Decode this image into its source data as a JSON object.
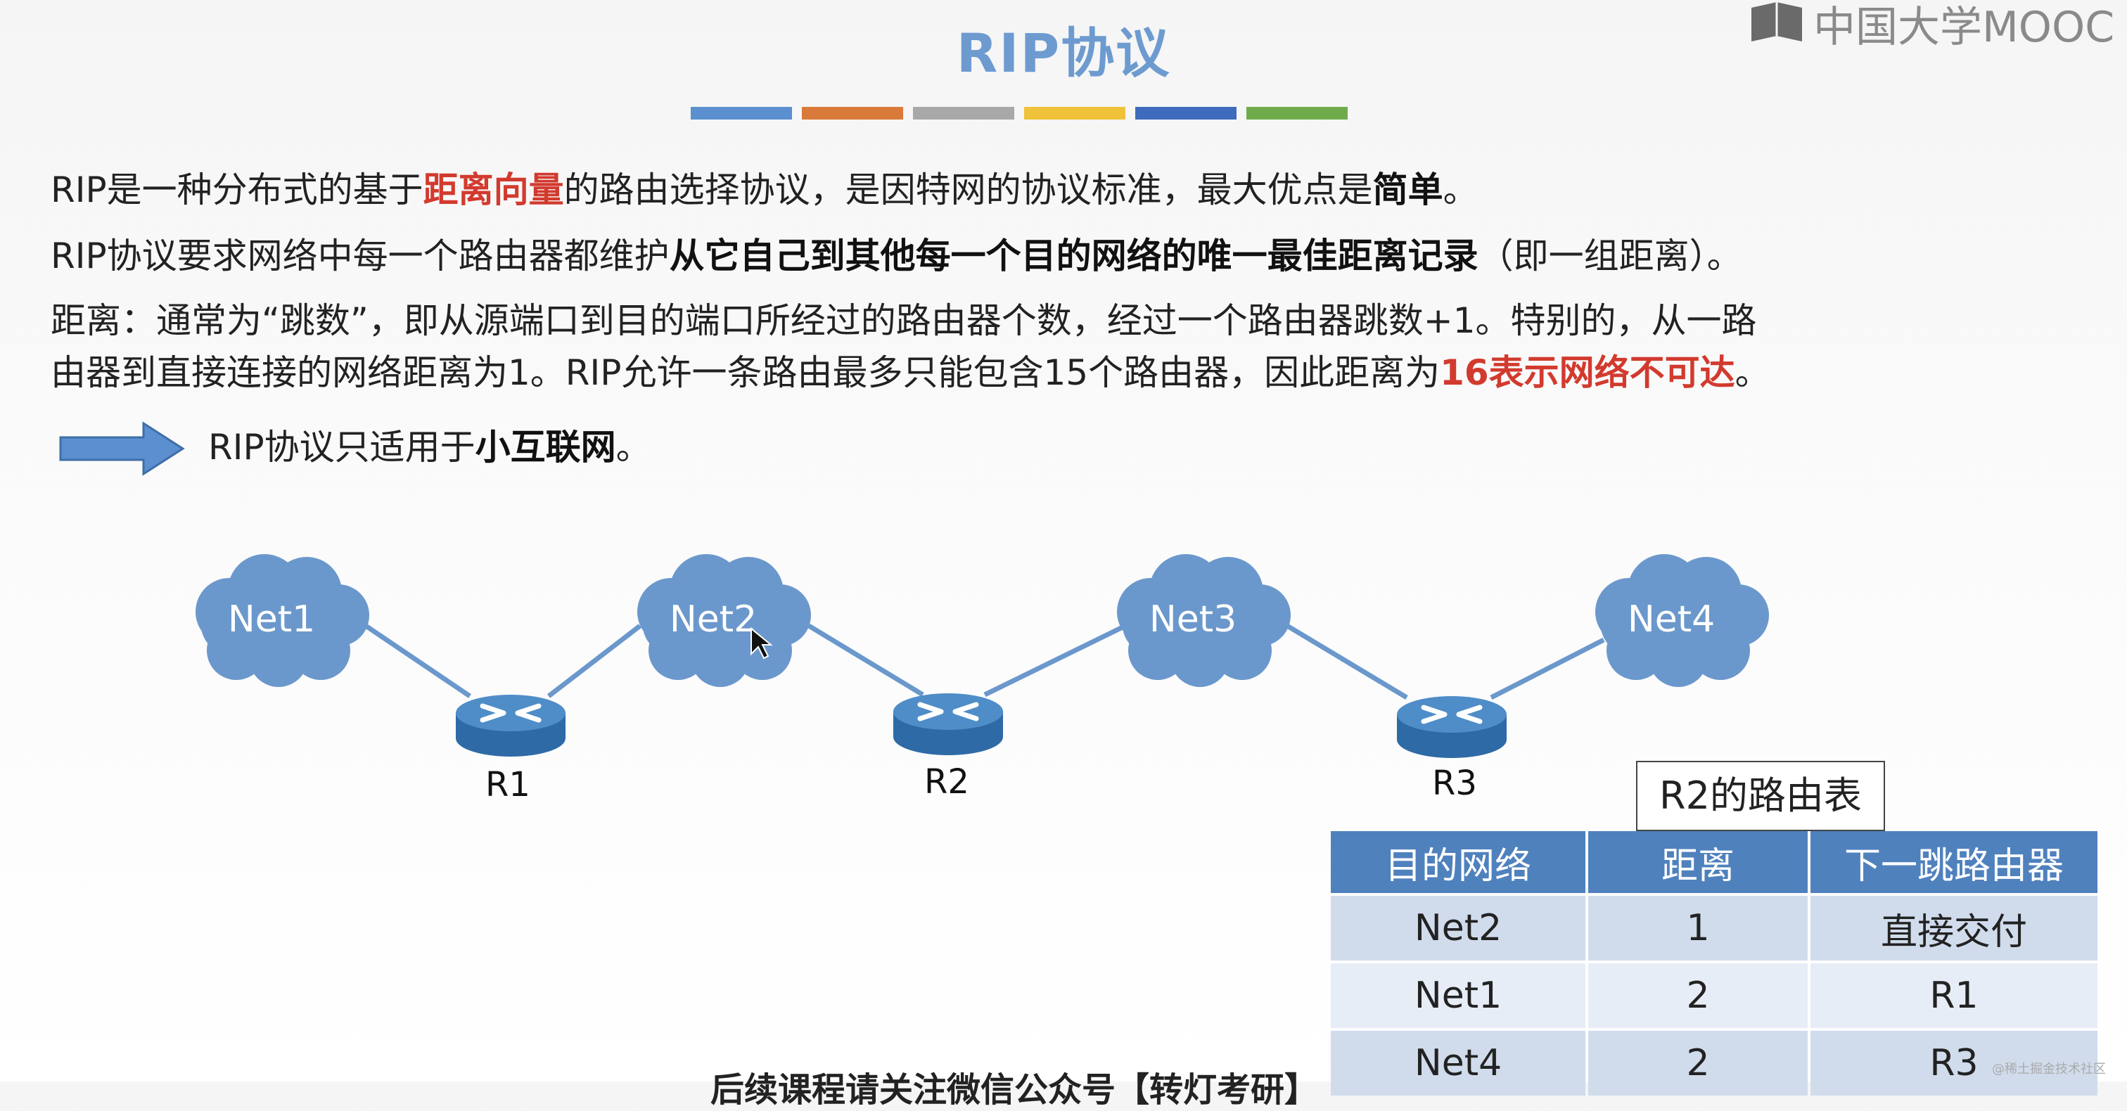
{
  "slide": {
    "title": "RIP协议",
    "color_bar": [
      "#5b8fd0",
      "#d97a3a",
      "#a8a8a8",
      "#f0c23a",
      "#3f6bbd",
      "#6fab4a"
    ],
    "logo": {
      "icon": "mooc-book-icon",
      "text": "中国大学MOOC"
    }
  },
  "paragraphs": {
    "p1": {
      "a": "RIP是一种分布式的基于",
      "b": "距离向量",
      "c": "的路由选择协议，是因特网的协议标准，最大优点是",
      "d": "简单",
      "e": "。"
    },
    "p2": {
      "a": "RIP协议要求网络中每一个路由器都维护",
      "b": "从它自己到其他每一个目的网络的唯一最佳距离记录",
      "c": "（即一组距离）。"
    },
    "p3": {
      "line1": "距离：通常为“跳数”，即从源端口到目的端口所经过的路由器个数，经过一个路由器跳数+1。特别的，从一路",
      "line2a": "由器到直接连接的网络距离为1。RIP允许一条路由最多只能包含15个路由器，因此距离为",
      "line2b": "16表示网络不可达",
      "line2c": "。"
    },
    "p4": {
      "a": "RIP协议只适用于",
      "b": "小互联网",
      "c": "。"
    }
  },
  "diagram": {
    "clouds": [
      "Net1",
      "Net2",
      "Net3",
      "Net4"
    ],
    "routers": [
      "R1",
      "R2",
      "R3"
    ],
    "cloud_color": "#6b98cc",
    "router_color": "#3a78b6"
  },
  "routing_table": {
    "caption": "R2的路由表",
    "headers": [
      "目的网络",
      "距离",
      "下一跳路由器"
    ],
    "rows": [
      [
        "Net2",
        "1",
        "直接交付"
      ],
      [
        "Net1",
        "2",
        "R1"
      ],
      [
        "Net4",
        "2",
        "R3"
      ]
    ]
  },
  "bottom_text": "后续课程请关注微信公众号【转灯考研】",
  "watermark": "@稀土掘金技术社区"
}
